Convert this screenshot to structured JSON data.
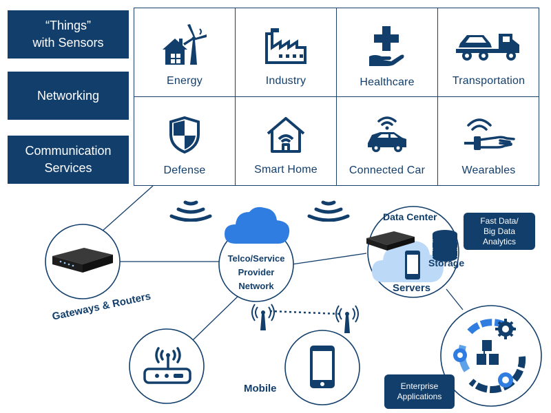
{
  "sidebar": {
    "things": "“Things”\nwith Sensors",
    "networking": "Networking",
    "communication": "Communication\nServices"
  },
  "grid": {
    "cells": [
      {
        "label": "Energy",
        "icon": "house-wind-turbine-icon"
      },
      {
        "label": "Industry",
        "icon": "factory-icon"
      },
      {
        "label": "Healthcare",
        "icon": "medical-cross-hand-icon"
      },
      {
        "label": "Transportation",
        "icon": "tow-truck-icon"
      },
      {
        "label": "Defense",
        "icon": "shield-icon"
      },
      {
        "label": "Smart Home",
        "icon": "smart-home-icon"
      },
      {
        "label": "Connected Car",
        "icon": "connected-car-icon"
      },
      {
        "label": "Wearables",
        "icon": "wearable-wrist-icon"
      }
    ]
  },
  "network": {
    "telco": "Telco/Service\nProvider\nNetwork",
    "gateways": "Gateways & Routers",
    "mobile": "Mobile",
    "data_center": "Data Center",
    "storage": "Storage",
    "servers": "Servers",
    "fast_data": "Fast Data/\nBig Data\nAnalytics",
    "enterprise": "Enterprise\nApplications"
  },
  "colors": {
    "navy": "#123e6b",
    "cloud": "#2f7de0",
    "light_cloud": "#bcd9f7"
  }
}
